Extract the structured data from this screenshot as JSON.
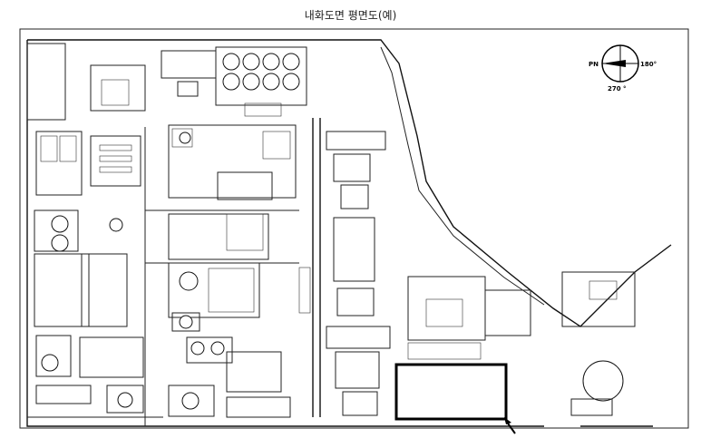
{
  "title": "내화도면 평면도(예)",
  "compass": {
    "north_label": "PN",
    "east_label": "180°",
    "south_label": "270 °"
  }
}
